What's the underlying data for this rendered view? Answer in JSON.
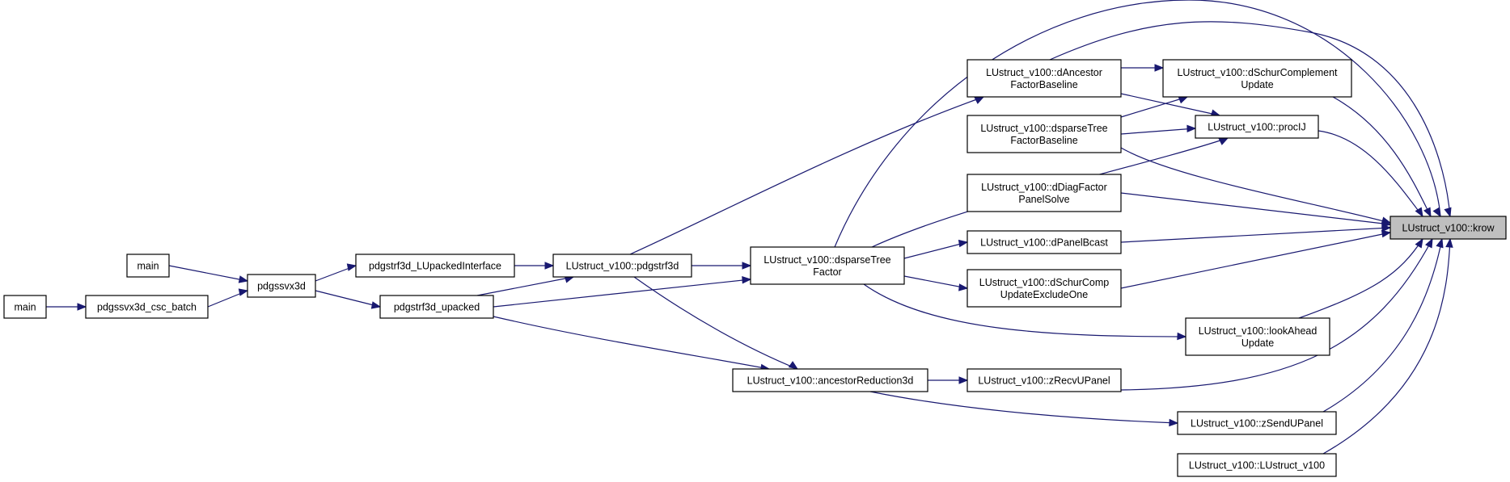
{
  "graph": {
    "nodes": [
      {
        "id": "main1",
        "lines": [
          "main"
        ]
      },
      {
        "id": "main2",
        "lines": [
          "main"
        ]
      },
      {
        "id": "pdgssvx3d",
        "lines": [
          "pdgssvx3d"
        ]
      },
      {
        "id": "csc_batch",
        "lines": [
          "pdgssvx3d_csc_batch"
        ]
      },
      {
        "id": "LUpackedIntf",
        "lines": [
          "pdgstrf3d_LUpackedInterface"
        ]
      },
      {
        "id": "upacked",
        "lines": [
          "pdgstrf3d_upacked"
        ]
      },
      {
        "id": "pdgstrf3d",
        "lines": [
          "LUstruct_v100::pdgstrf3d"
        ]
      },
      {
        "id": "dsparseTreeFactor",
        "lines": [
          "LUstruct_v100::dsparseTree",
          "Factor"
        ]
      },
      {
        "id": "ancestorReduction3d",
        "lines": [
          "LUstruct_v100::ancestorReduction3d"
        ]
      },
      {
        "id": "dAncestorFactorBaseline",
        "lines": [
          "LUstruct_v100::dAncestor",
          "FactorBaseline"
        ]
      },
      {
        "id": "dsparseTreeFactorBaseline",
        "lines": [
          "LUstruct_v100::dsparseTree",
          "FactorBaseline"
        ]
      },
      {
        "id": "dDiagFactorPanelSolve",
        "lines": [
          "LUstruct_v100::dDiagFactor",
          "PanelSolve"
        ]
      },
      {
        "id": "dPanelBcast",
        "lines": [
          "LUstruct_v100::dPanelBcast"
        ]
      },
      {
        "id": "dSchurCompUpdateExcludeOne",
        "lines": [
          "LUstruct_v100::dSchurComp",
          "UpdateExcludeOne"
        ]
      },
      {
        "id": "zRecvUPanel",
        "lines": [
          "LUstruct_v100::zRecvUPanel"
        ]
      },
      {
        "id": "dSchurComplementUpdate",
        "lines": [
          "LUstruct_v100::dSchurComplement",
          "Update"
        ]
      },
      {
        "id": "procIJ",
        "lines": [
          "LUstruct_v100::procIJ"
        ]
      },
      {
        "id": "lookAheadUpdate",
        "lines": [
          "LUstruct_v100::lookAhead",
          "Update"
        ]
      },
      {
        "id": "zSendUPanel",
        "lines": [
          "LUstruct_v100::zSendUPanel"
        ]
      },
      {
        "id": "ctor",
        "lines": [
          "LUstruct_v100::LUstruct_v100"
        ]
      },
      {
        "id": "krow",
        "lines": [
          "LUstruct_v100::krow"
        ],
        "highlight": true
      }
    ],
    "edges": [
      {
        "from": "main1",
        "to": "pdgssvx3d"
      },
      {
        "from": "main2",
        "to": "csc_batch"
      },
      {
        "from": "csc_batch",
        "to": "pdgssvx3d"
      },
      {
        "from": "pdgssvx3d",
        "to": "LUpackedIntf"
      },
      {
        "from": "pdgssvx3d",
        "to": "upacked"
      },
      {
        "from": "LUpackedIntf",
        "to": "pdgstrf3d"
      },
      {
        "from": "upacked",
        "to": "pdgstrf3d"
      },
      {
        "from": "upacked",
        "to": "dsparseTreeFactor"
      },
      {
        "from": "upacked",
        "to": "ancestorReduction3d"
      },
      {
        "from": "pdgstrf3d",
        "to": "dsparseTreeFactor"
      },
      {
        "from": "pdgstrf3d",
        "to": "ancestorReduction3d"
      },
      {
        "from": "pdgstrf3d",
        "to": "dAncestorFactorBaseline"
      },
      {
        "from": "dsparseTreeFactor",
        "to": "dPanelBcast"
      },
      {
        "from": "dsparseTreeFactor",
        "to": "dSchurCompUpdateExcludeOne"
      },
      {
        "from": "dsparseTreeFactor",
        "to": "lookAheadUpdate"
      },
      {
        "from": "dsparseTreeFactor",
        "to": "krow"
      },
      {
        "from": "dsparseTreeFactor",
        "to": "procIJ"
      },
      {
        "from": "ancestorReduction3d",
        "to": "zRecvUPanel"
      },
      {
        "from": "ancestorReduction3d",
        "to": "zSendUPanel"
      },
      {
        "from": "dAncestorFactorBaseline",
        "to": "dSchurComplementUpdate"
      },
      {
        "from": "dAncestorFactorBaseline",
        "to": "procIJ"
      },
      {
        "from": "dAncestorFactorBaseline",
        "to": "krow"
      },
      {
        "from": "dsparseTreeFactorBaseline",
        "to": "dSchurComplementUpdate"
      },
      {
        "from": "dsparseTreeFactorBaseline",
        "to": "procIJ"
      },
      {
        "from": "dsparseTreeFactorBaseline",
        "to": "krow"
      },
      {
        "from": "dDiagFactorPanelSolve",
        "to": "krow"
      },
      {
        "from": "dPanelBcast",
        "to": "krow"
      },
      {
        "from": "dSchurCompUpdateExcludeOne",
        "to": "krow"
      },
      {
        "from": "zRecvUPanel",
        "to": "krow"
      },
      {
        "from": "dSchurComplementUpdate",
        "to": "krow"
      },
      {
        "from": "procIJ",
        "to": "krow"
      },
      {
        "from": "lookAheadUpdate",
        "to": "krow"
      },
      {
        "from": "zSendUPanel",
        "to": "krow"
      },
      {
        "from": "ctor",
        "to": "krow"
      }
    ]
  }
}
